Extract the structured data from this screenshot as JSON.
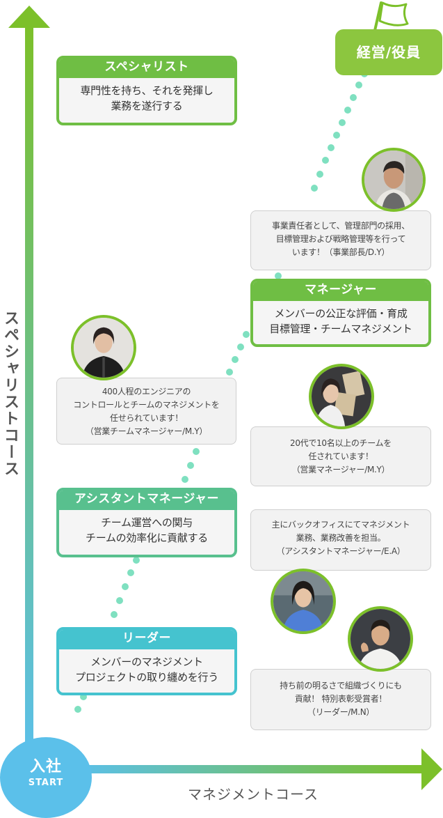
{
  "axes": {
    "vertical_label": "スペシャリストコース",
    "horizontal_label": "マネジメントコース",
    "start_main": "入社",
    "start_sub": "START",
    "goal": "経営/役員"
  },
  "roles": [
    {
      "title": "スペシャリスト",
      "desc": "専門性を持ち、それを発揮し\n業務を遂行する",
      "color": "#6fbe44"
    },
    {
      "title": "マネージャー",
      "desc": "メンバーの公正な評価・育成\n目標管理・チームマネジメント",
      "color": "#6fbe44"
    },
    {
      "title": "アシスタントマネージャー",
      "desc": "チーム運営への関与\nチームの効率化に貢献する",
      "color": "#58c08e"
    },
    {
      "title": "リーダー",
      "desc": "メンバーのマネジメント\nプロジェクトの取り纏めを行う",
      "color": "#45c3cf"
    }
  ],
  "testimonials": [
    {
      "text": "事業責任者として、管理部門の採用、\n目標管理および戦略管理等を行って\nいます！（事業部長/D.Y）"
    },
    {
      "text": "400人程のエンジニアの\nコントロールとチームのマネジメントを\n任せられています！\n（営業チームマネージャー/M.Y）"
    },
    {
      "text": "20代で10名以上のチームを\n任されています！\n（営業マネージャー/M.Y）"
    },
    {
      "text": "主にバックオフィスにてマネジメント\n業務、業務改善を担当。\n（アシスタントマネージャー/E.A）"
    },
    {
      "text": "持ち前の明るさで組織づくりにも\n貢献！ 特別表彰受賞者！\n（リーダー/M.N）"
    }
  ],
  "colors": {
    "green": "#7cc02a",
    "blue": "#5bc0ea",
    "dots": "#7fe0c0"
  }
}
